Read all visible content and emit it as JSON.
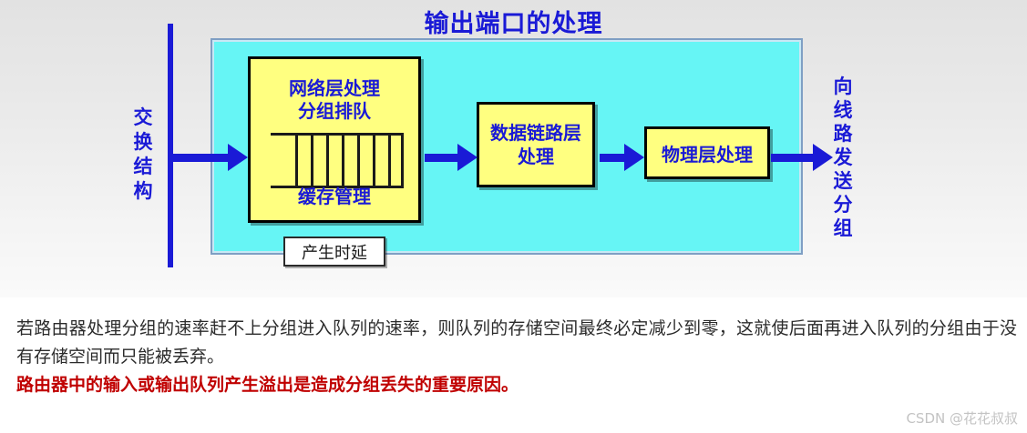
{
  "slide": {
    "title": "输出端口的处理",
    "title_color": "#1a1ad6",
    "panel_color": "#66f5f5",
    "box_color": "#ffff80",
    "accent_color": "#1a1ad6"
  },
  "diagram": {
    "fabric_label_chars": [
      "交",
      "换",
      "结",
      "构"
    ],
    "send_label_chars": [
      "向",
      "线",
      "路",
      "发",
      "送",
      "分",
      "组"
    ],
    "boxes": [
      {
        "id": "network",
        "title_lines": [
          "网络层处理",
          "分组排队"
        ],
        "footer": "缓存管理",
        "queue_cells": 7
      },
      {
        "id": "datalink",
        "title_lines": [
          "数据链路层",
          "处理"
        ]
      },
      {
        "id": "physical",
        "title_lines": [
          "物理层处理"
        ]
      }
    ],
    "delay_label": "产生时延"
  },
  "body": {
    "paragraph": "若路由器处理分组的速率赶不上分组进入队列的速率，则队列的存储空间最终必定减少到零，这就使后面再进入队列的分组由于没有存储空间而只能被丢弃。",
    "highlight": "路由器中的输入或输出队列产生溢出是造成分组丢失的重要原因。",
    "highlight_color": "#c00000"
  },
  "watermark": "CSDN @花花叔叔"
}
